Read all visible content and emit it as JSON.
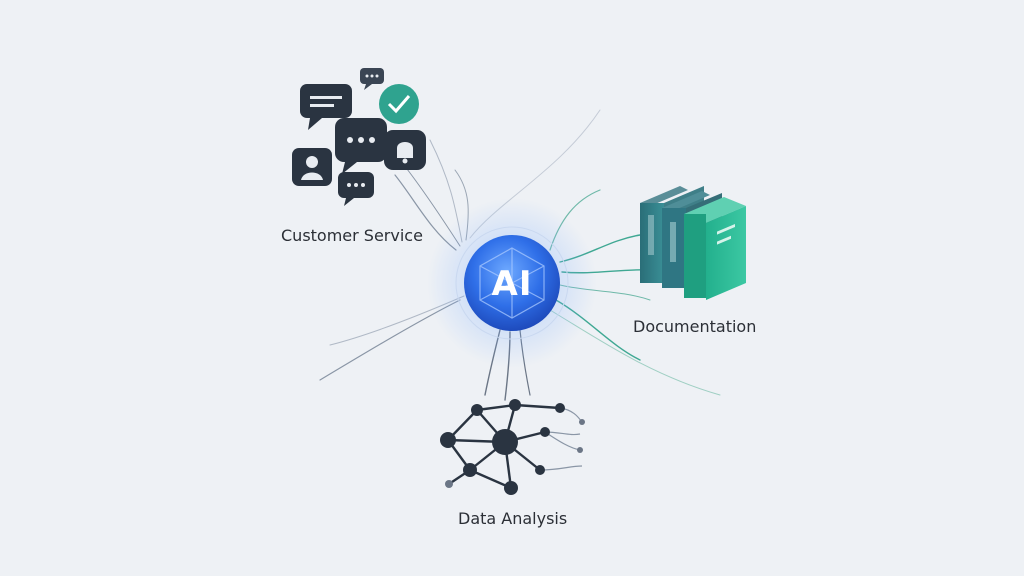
{
  "hub": {
    "label": "AI",
    "color": "#2f6fe8"
  },
  "nodes": [
    {
      "label": "Customer Service",
      "icon": "chat-bubbles-icon"
    },
    {
      "label": "Documentation",
      "icon": "books-icon"
    },
    {
      "label": "Data Analysis",
      "icon": "network-graph-icon"
    }
  ],
  "colors": {
    "background": "#eef1f5",
    "dark_icon": "#2a3441",
    "teal": "#2fa38f"
  }
}
